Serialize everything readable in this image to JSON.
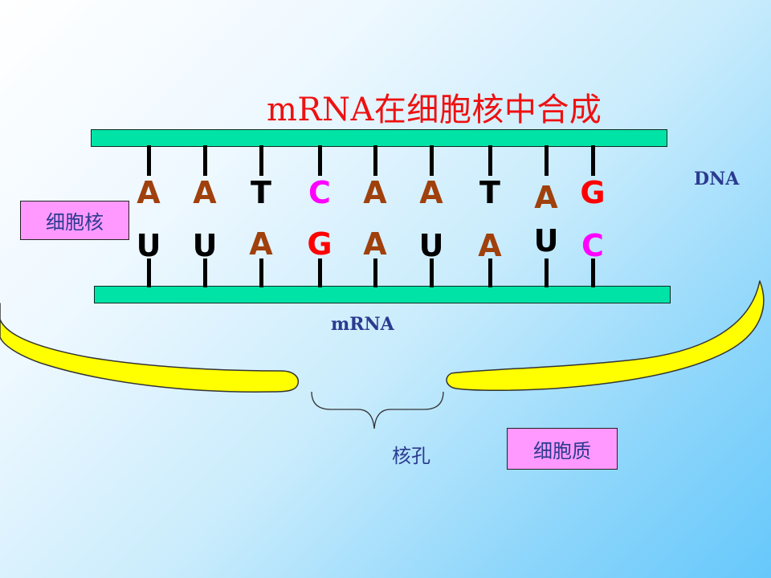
{
  "title": "mRNA在细胞核中合成",
  "labels": {
    "dna": "DNA",
    "mrna": "mRNA",
    "nucleus": "细胞核",
    "nuclear_pore": "核孔",
    "cytoplasm": "细胞质"
  },
  "colors": {
    "strand": "#00e3a6",
    "membrane": "#ffff00",
    "label_box": "#ff99ff",
    "title": "#ee1111",
    "label_text": "#2b3a8f"
  },
  "base_pairs": [
    {
      "dna": "A",
      "dna_color": "#a0400c",
      "mrna": "U",
      "mrna_color": "#000000"
    },
    {
      "dna": "A",
      "dna_color": "#a0400c",
      "mrna": "U",
      "mrna_color": "#000000"
    },
    {
      "dna": "T",
      "dna_color": "#000000",
      "mrna": "A",
      "mrna_color": "#a0400c"
    },
    {
      "dna": "C",
      "dna_color": "#ff00ff",
      "mrna": "G",
      "mrna_color": "#ff0000"
    },
    {
      "dna": "A",
      "dna_color": "#a0400c",
      "mrna": "A",
      "mrna_color": "#a0400c"
    },
    {
      "dna": "A",
      "dna_color": "#a0400c",
      "mrna": "U",
      "mrna_color": "#000000"
    },
    {
      "dna": "T",
      "dna_color": "#000000",
      "mrna": "A",
      "mrna_color": "#a0400c"
    },
    {
      "dna": "A",
      "dna_color": "#a0400c",
      "mrna": "U",
      "mrna_color": "#000000"
    },
    {
      "dna": "G",
      "dna_color": "#ff0000",
      "mrna": "C",
      "mrna_color": "#ff00ff"
    }
  ]
}
